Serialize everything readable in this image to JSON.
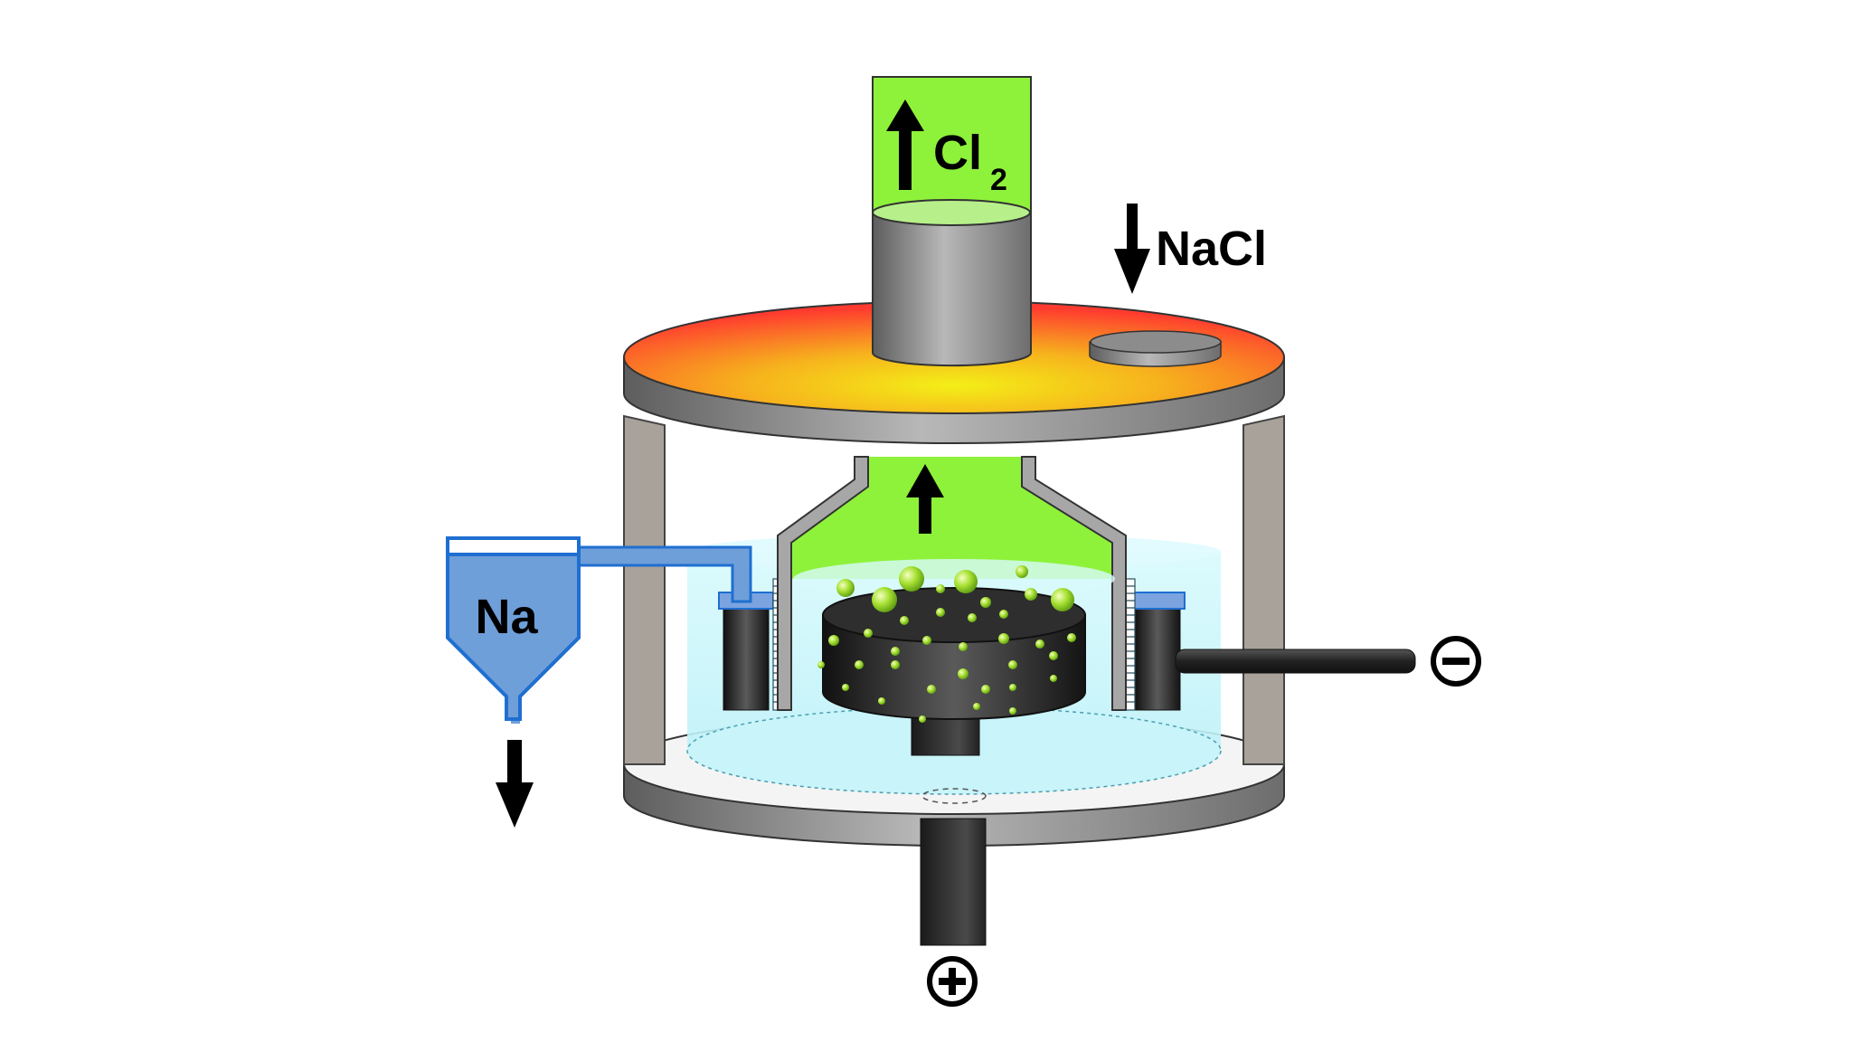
{
  "labels": {
    "chlorine_main": "Cl",
    "chlorine_subscript": "2",
    "salt_input": "NaCl",
    "sodium": "Na",
    "cathode_symbol": "⊖",
    "anode_symbol": "⊕"
  },
  "colors": {
    "chlorine_gas": "#8ef23a",
    "electrolyte": "#c9f6fb",
    "sodium_container": "#6f9fd8",
    "sodium_outline": "#1f6fd1",
    "lid_edge_hot": "#ff3b2f",
    "lid_center_hot": "#f4ef17",
    "steel_gray": "#8a8a8a",
    "electrode_dark": "#2a2a2a"
  }
}
